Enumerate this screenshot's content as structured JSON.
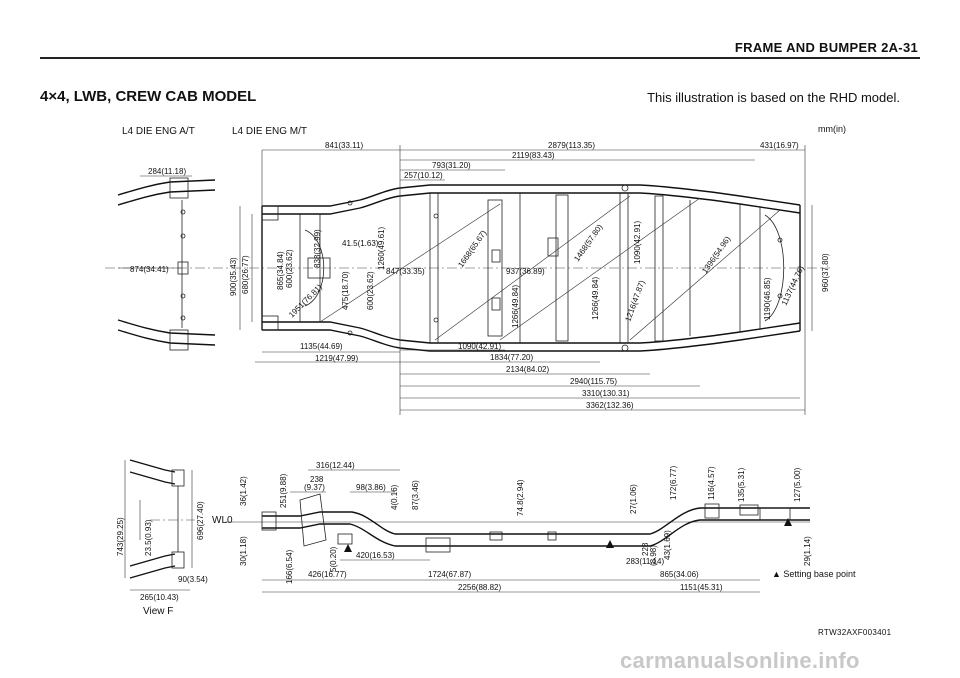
{
  "header": {
    "title": "FRAME AND BUMPER  2A-31"
  },
  "model_title": "4×4, LWB, CREW CAB MODEL",
  "note": "This illustration is based on the RHD model.",
  "labels": {
    "at": "L4 DIE ENG A/T",
    "mt": "L4 DIE ENG M/T",
    "units": "mm(in)",
    "view": "View F",
    "wl0": "WL0",
    "setting": "▲ Setting base point",
    "code": "RTW32AXF003401"
  },
  "footer": "carmanualsonline.info",
  "dims_top": {
    "d841": "841(33.11)",
    "d2879": "2879(113.35)",
    "d431": "431(16.97)",
    "d2119": "2119(83.43)",
    "d793": "793(31.20)",
    "d257": "257(10.12)",
    "d284": "284(11.18)",
    "d874": "874(34.41)",
    "d900": "900(35.43)",
    "d680": "680(26.77)",
    "d865": "865(34.84)",
    "d600a": "600(23.62)",
    "d838": "838(32.99)",
    "d1951": "1951(76.81)",
    "d41": "41.5(1.63)",
    "d475": "475(18.70)",
    "d600b": "600(23.62)",
    "d1260": "1260(49.61)",
    "d847": "847(33.35)",
    "d1668": "1668(65.67)",
    "d937": "937(36.89)",
    "d1266a": "1266(49.84)",
    "d1468": "1468(57.80)",
    "d1266b": "1266(49.84)",
    "d1090v": "1090(42.91)",
    "d1216": "1216(47.87)",
    "d1396": "1396(54.96)",
    "d1190": "1190(46.85)",
    "d1137": "1137(44.76)",
    "d960": "960(37.80)",
    "d1135": "1135(44.69)",
    "d1219": "1219(47.99)",
    "d1090h": "1090(42.91)",
    "d1834": "1834(77.20)",
    "d2134": "2134(84.02)",
    "d2940": "2940(115.75)",
    "d3310": "3310(130.31)",
    "d3362": "3362(132.36)"
  },
  "dims_bottom": {
    "d316": "316(12.44)",
    "d238a": "238",
    "d238b": "(9.37)",
    "d98": "98(3.86)",
    "d36": "36(1.42)",
    "d251": "251(9.88)",
    "d4": "4(0.16)",
    "d87": "87(3.46)",
    "d748": "74.8(2.94)",
    "d27": "27(1.06)",
    "d172": "172(6.77)",
    "d116": "116(4.57)",
    "d135": "135(5.31)",
    "d127": "127(5.00)",
    "d30": "30(1.18)",
    "d166": "166(6.54)",
    "d5": "5(0.20)",
    "d420": "420(16.53)",
    "d426": "426(16.77)",
    "d1724": "1724(67.87)",
    "d2256": "2256(88.82)",
    "d228a": "228",
    "d228b": "(8.98)",
    "d283": "283(11.14)",
    "d43": "43(1.69)",
    "d865b": "865(34.06)",
    "d1151": "1151(45.31)",
    "d29": "29(1.14)",
    "d743": "743(29.25)",
    "d23": "23.5(0.93)",
    "d696": "696(27.40)",
    "d90": "90(3.54)",
    "d265": "265(10.43)"
  }
}
